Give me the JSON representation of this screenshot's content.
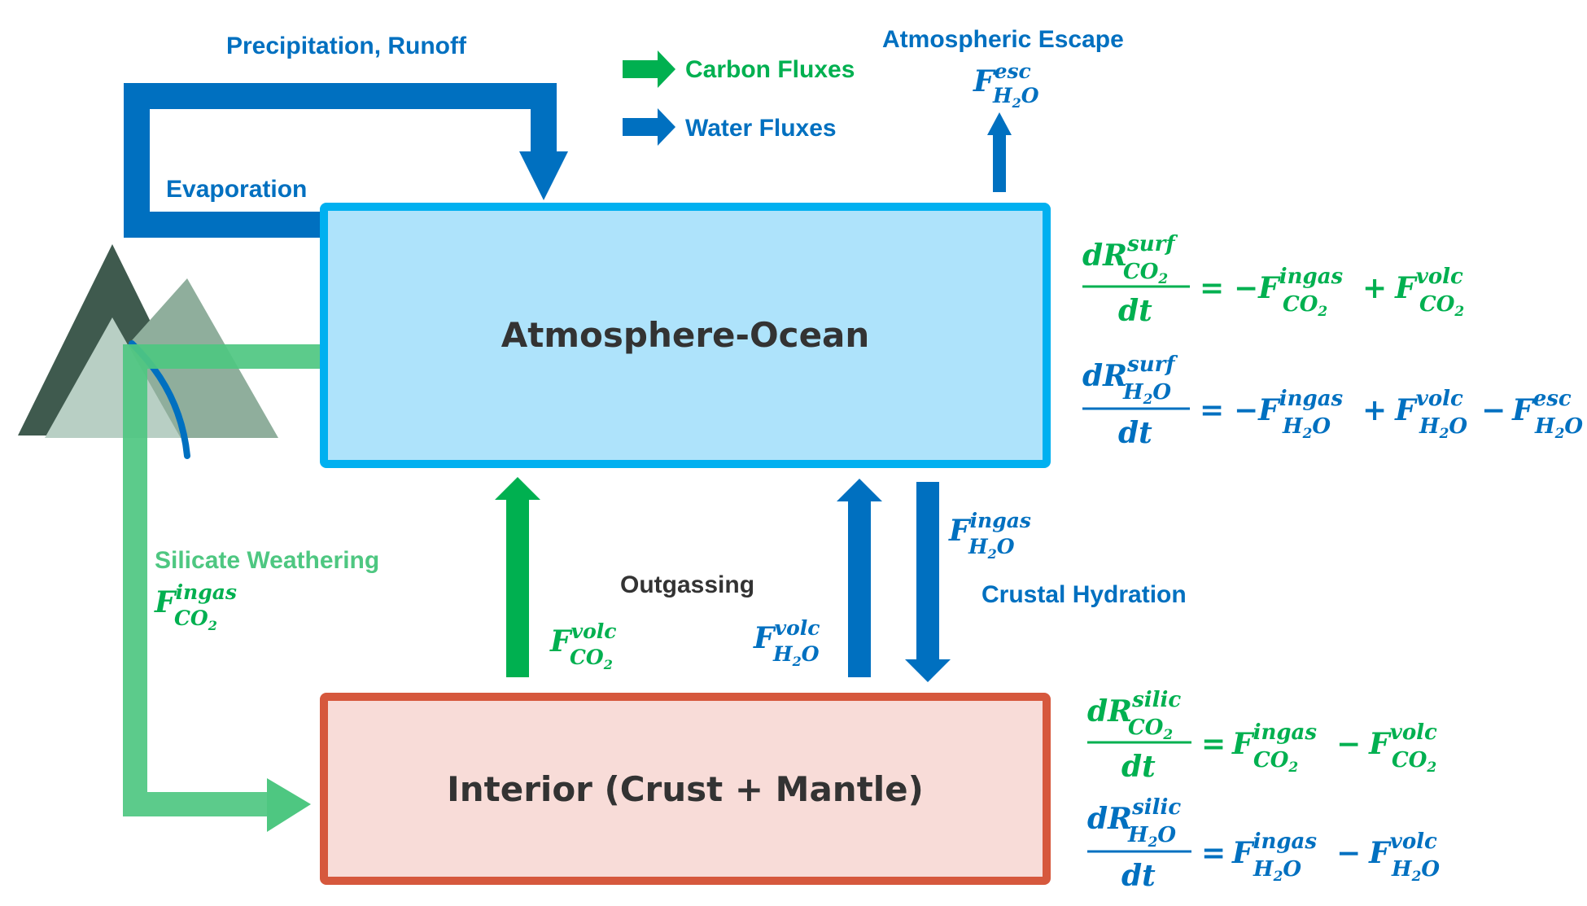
{
  "labels": {
    "precipitation": "Precipitation, Runoff",
    "evaporation": "Evaporation",
    "atmospheric_escape": "Atmospheric Escape",
    "silicate_weathering": "Silicate Weathering",
    "outgassing": "Outgassing",
    "crustal_hydration": "Crustal Hydration"
  },
  "legend": {
    "carbon": "Carbon Fluxes",
    "water": "Water Fluxes"
  },
  "boxes": {
    "atmosphere": "Atmosphere-Ocean",
    "interior": "Interior (Crust + Mantle)"
  },
  "math": {
    "F": "F",
    "dR": "dR",
    "dt": "dt",
    "eq": "=",
    "neg": "−",
    "plus": "+",
    "minus": "−",
    "esc": "esc",
    "ingas": "ingas",
    "volc": "volc",
    "surf": "surf",
    "silic": "silic",
    "H2O_H": "H",
    "H2O_2": "2",
    "H2O_O": "O",
    "CO2_CO": "CO",
    "CO2_2": "2"
  },
  "colors": {
    "water": "#0070c0",
    "carbon": "#00b050",
    "carbon_light": "#4ec781",
    "atmo_fill": "#aee3fb",
    "atmo_border": "#00b0f0",
    "interior_fill": "#f8dcd8",
    "interior_border": "#d6583d",
    "mountain_dark": "#3f5a4e",
    "mountain_light": "#b8cfc4",
    "mountain_mid": "#8fae9c",
    "text_dark": "#333333"
  }
}
